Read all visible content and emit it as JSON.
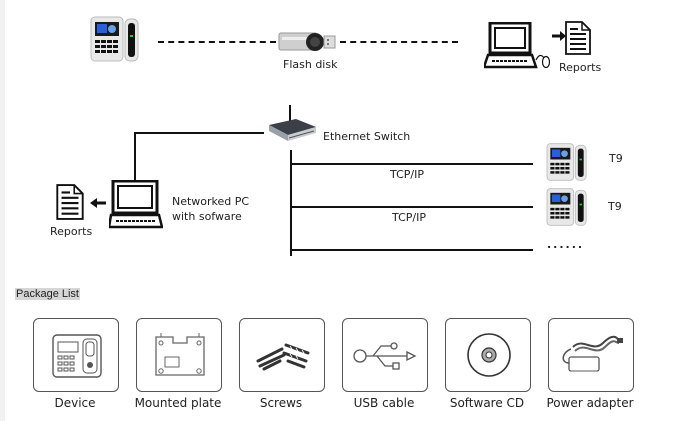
{
  "diagram": {
    "top_row": {
      "flash_disk_label": "Flash disk",
      "reports_label": "Reports"
    },
    "network": {
      "switch_label": "Ethernet Switch",
      "pc_label_line1": "Networked PC",
      "pc_label_line2": "with  sofware",
      "reports_label": "Reports",
      "links": [
        {
          "protocol": "TCP/IP",
          "device": "T9"
        },
        {
          "protocol": "TCP/IP",
          "device": "T9"
        },
        {
          "protocol": "",
          "device": "......"
        }
      ]
    }
  },
  "package_list": {
    "title": "Package List",
    "items": [
      {
        "label": "Device",
        "icon": "device-icon"
      },
      {
        "label": "Mounted plate",
        "icon": "mounting-plate-icon"
      },
      {
        "label": "Screws",
        "icon": "screws-icon"
      },
      {
        "label": "USB cable",
        "icon": "usb-icon"
      },
      {
        "label": "Software CD",
        "icon": "cd-icon"
      },
      {
        "label": "Power adapter",
        "icon": "power-adapter-icon"
      }
    ]
  }
}
